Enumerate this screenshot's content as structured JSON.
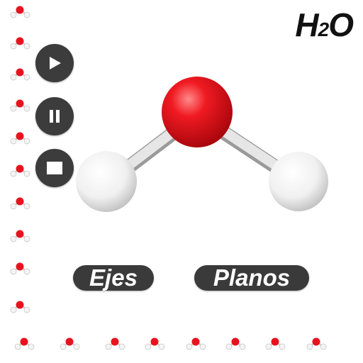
{
  "title": {
    "main": "H",
    "subscript": "2",
    "suffix": "O"
  },
  "controls": {
    "play_icon": "play-icon",
    "pause_icon": "pause-icon",
    "stop_icon": "stop-icon"
  },
  "buttons": {
    "ejes_label": "Ejes",
    "planos_label": "Planos"
  },
  "colors": {
    "oxygen": "#e8121e",
    "hydrogen": "#f2f2f2",
    "button_bg": "#3a3a3a",
    "bond": "#d9d9d9"
  },
  "molecule": {
    "atoms": [
      "O",
      "H",
      "H"
    ]
  },
  "decoration": {
    "icon": "water-molecule-icon"
  }
}
